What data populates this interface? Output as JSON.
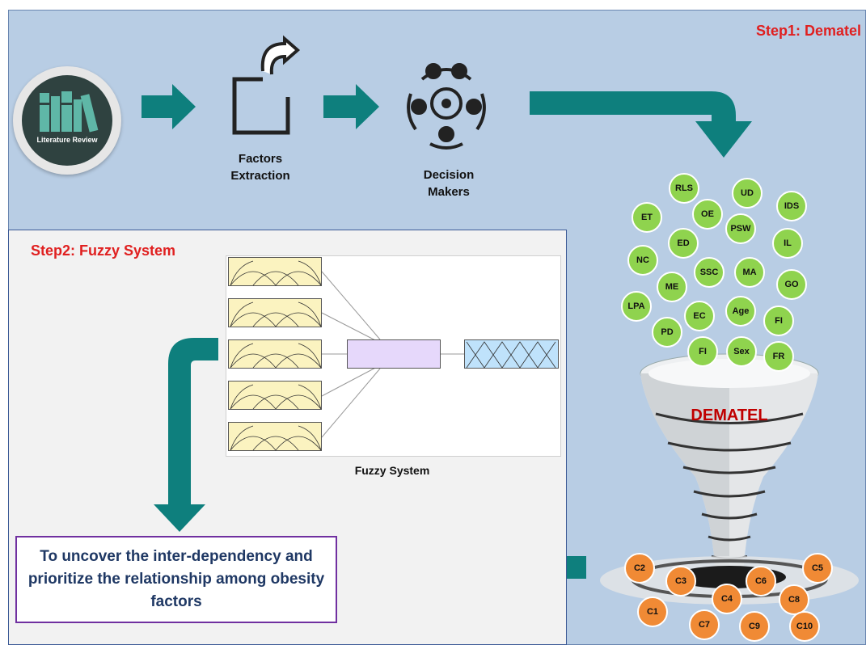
{
  "step1": {
    "title": "Step1: Dematel"
  },
  "step2": {
    "title": "Step2: Fuzzy System"
  },
  "literature": {
    "label": "Literature Review"
  },
  "factors": {
    "label": "Factors\nExtraction"
  },
  "decision": {
    "label": "Decision\nMakers"
  },
  "fuzzy": {
    "caption": "Fuzzy System"
  },
  "goal": {
    "text": "To uncover the inter-dependency and prioritize the relationship among obesity factors"
  },
  "dematel": {
    "label": "DEMATEL"
  },
  "green_factors": [
    "RLS",
    "UD",
    "IDS",
    "ET",
    "OE",
    "PSW",
    "IL",
    "ED",
    "NC",
    "SSC",
    "MA",
    "GO",
    "ME",
    "LPA",
    "Age",
    "EC",
    "FI",
    "PD",
    "FI",
    "Sex",
    "FR"
  ],
  "orange_criteria": [
    "C2",
    "C5",
    "C3",
    "C6",
    "C8",
    "C4",
    "C1",
    "C7",
    "C9",
    "C10"
  ],
  "colors": {
    "teal_arrow": "#0e7f7d",
    "green": "#8fd34e",
    "orange": "#f08a35",
    "title_red": "#e02020"
  }
}
